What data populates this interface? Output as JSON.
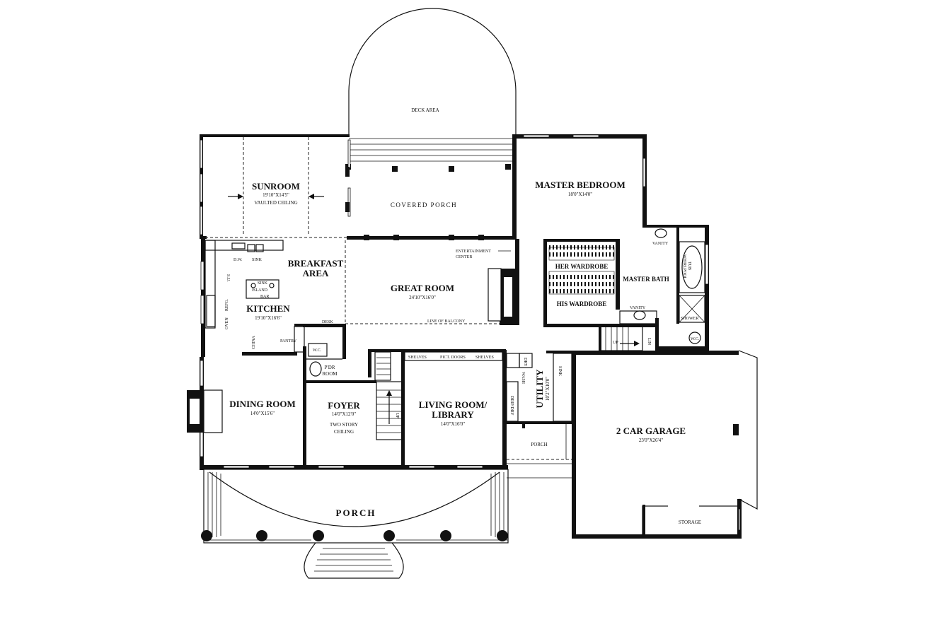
{
  "rooms": {
    "deck": {
      "name": "DECK AREA"
    },
    "covered_porch": {
      "name": "COVERED PORCH"
    },
    "sunroom": {
      "name": "SUNROOM",
      "dims": "19'10\"X14'5\"",
      "note": "VAULTED CEILING"
    },
    "master_bedroom": {
      "name": "MASTER BEDROOM",
      "dims": "18'0\"X14'0\""
    },
    "breakfast": {
      "name_line1": "BREAKFAST",
      "name_line2": "AREA"
    },
    "great_room": {
      "name": "GREAT ROOM",
      "dims": "24'10\"X16'0\""
    },
    "kitchen": {
      "name": "KITCHEN",
      "dims": "19'10\"X16'6\""
    },
    "dining": {
      "name": "DINING ROOM",
      "dims": "14'0\"X15'6\""
    },
    "foyer": {
      "name": "FOYER",
      "dims": "14'0\"X12'0\"",
      "note_line1": "TWO STORY",
      "note_line2": "CEILING"
    },
    "living": {
      "name_line1": "LIVING ROOM/",
      "name_line2": "LIBRARY",
      "dims": "14'0\"X16'0\""
    },
    "utility": {
      "name": "UTILITY",
      "dims": "10'2\"X10'0\""
    },
    "side_porch": {
      "name": "PORCH"
    },
    "garage": {
      "name": "2 CAR GARAGE",
      "dims": "23'0\"X26'4\""
    },
    "storage": {
      "name": "STORAGE"
    },
    "front_porch": {
      "name": "PORCH"
    },
    "powder": {
      "name_line1": "P'DR",
      "name_line2": "ROOM"
    },
    "her_wardrobe": {
      "name": "HER WARDROBE"
    },
    "his_wardrobe": {
      "name": "HIS WARDROBE"
    },
    "master_bath": {
      "name": "MASTER BATH"
    }
  },
  "fixtures": {
    "entertainment_line1": "ENTERTAINMENT",
    "entertainment_line2": "CENTER",
    "balcony": "LINE OF BALCONY",
    "dw": "D.W.",
    "sink": "SINK",
    "island_sink": "SINK",
    "island": "ISLAND",
    "bar": "BAR",
    "su": "S.U.",
    "oven": "OVEN",
    "refg": "REFG.",
    "desk": "DESK",
    "china": "CHINA",
    "pantry": "PANTRY",
    "wc_powder": "W.C.",
    "shelves_left": "SHELVES",
    "pict_doors": "PICT. DOORS",
    "shelves_right": "SHELVES",
    "wash": "WASH",
    "dry": "DRY",
    "drip_dry": "DRIP/DRY",
    "utility_sink": "SINK",
    "up_foyer": "UP",
    "up_rear": "UP",
    "lin": "LIN",
    "vanity_top": "VANITY",
    "vanity_bottom": "VANITY",
    "whirlpool_line1": "WHIRLPOOL",
    "whirlpool_line2": "TUB",
    "shower": "SHOWER",
    "wc_bath": "W.C."
  }
}
